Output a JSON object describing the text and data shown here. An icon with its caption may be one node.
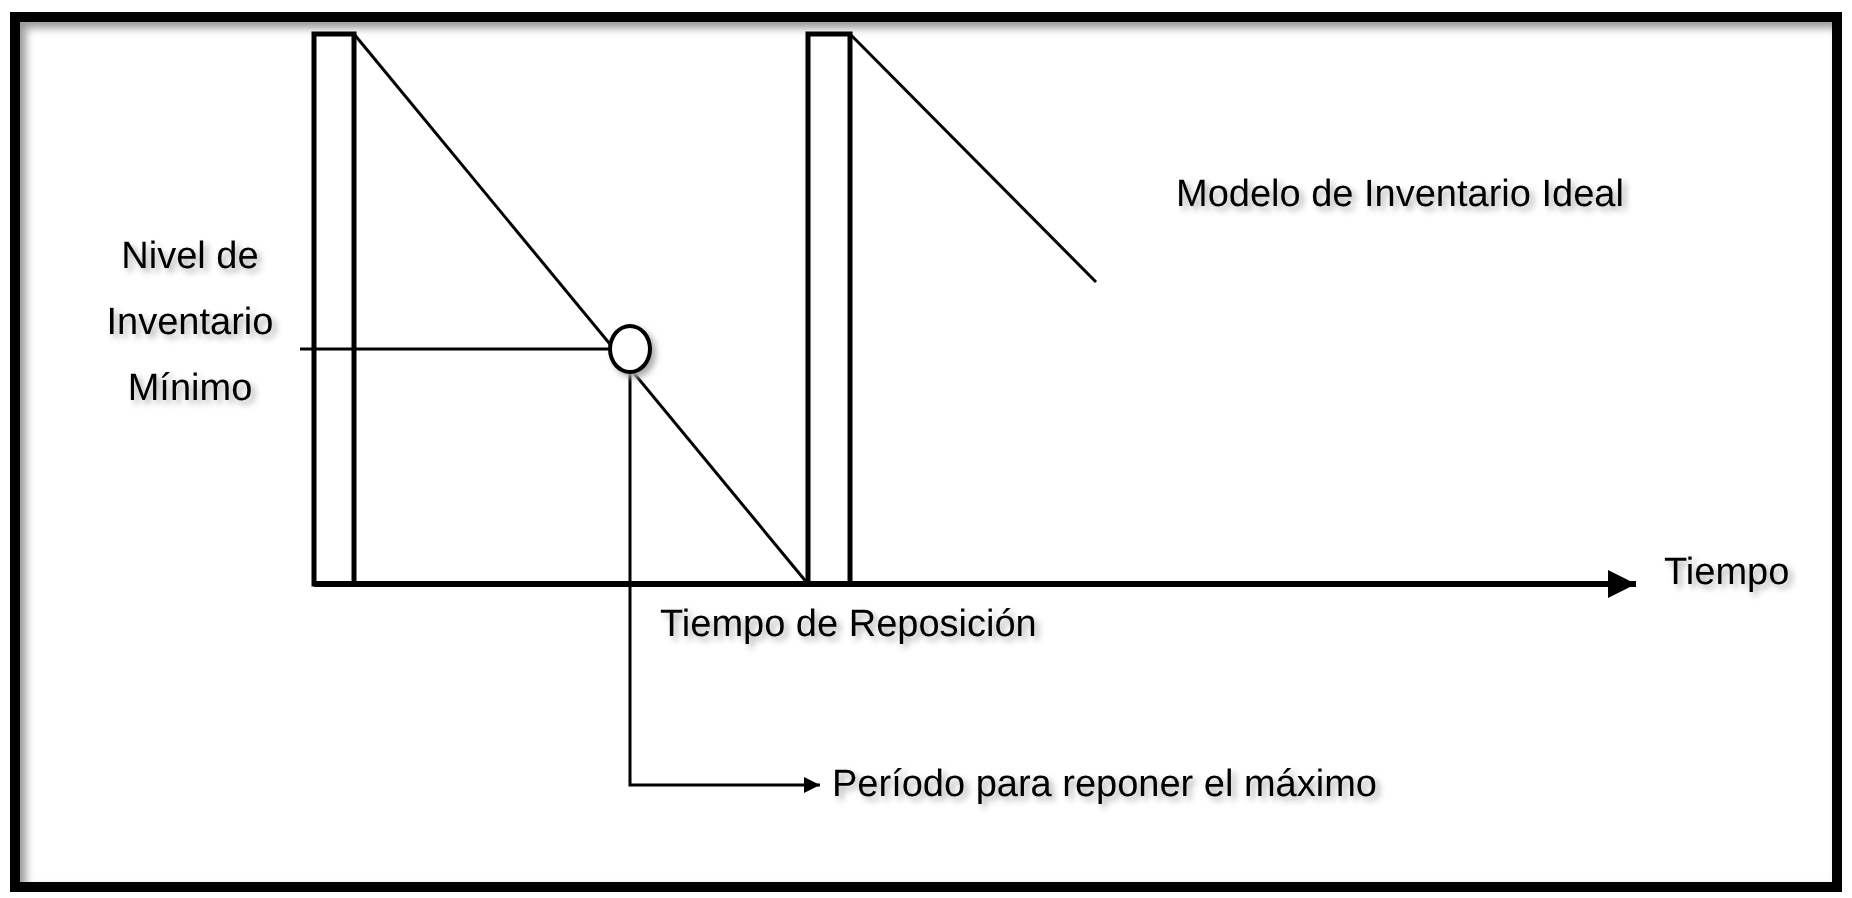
{
  "diagram": {
    "title": "Modelo de Inventario Ideal",
    "nodes": [
      {
        "text": [
          "Nivel de Inventario Mínimo"
        ]
      },
      {
        "text": [],
        "shape": "circle"
      },
      {
        "text": [
          "Período para reponer el máximo"
        ]
      }
    ],
    "edges": [
      {
        "from": 0,
        "to": 1,
        "arrow": "none"
      },
      {
        "from": 1,
        "to": 2,
        "arrow": "to"
      }
    ],
    "labels": [
      "Tiempo",
      "Tiempo de Reposición"
    ]
  }
}
